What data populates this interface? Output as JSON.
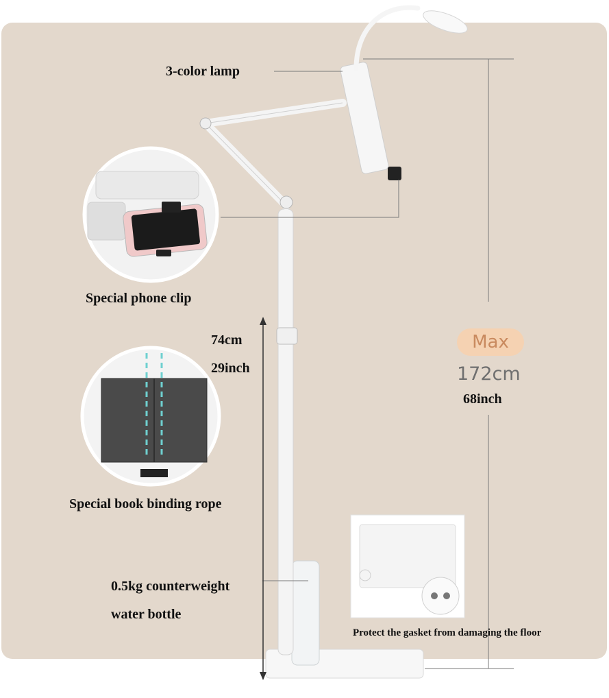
{
  "labels": {
    "lamp": "3-color lamp",
    "phone_clip": "Special phone clip",
    "height_cm": "74cm",
    "height_inch": "29inch",
    "book_rope": "Special book binding rope",
    "counterweight_line1": "0.5kg counterweight",
    "counterweight_line2": "water bottle",
    "gasket": "Protect the gasket from damaging the floor"
  },
  "max": {
    "label": "Max",
    "cm": "172cm",
    "inch": "68inch"
  },
  "colors": {
    "background_panel": "#e3d8cc",
    "max_pill": "#f5d2b2",
    "max_text": "#c98a5f"
  }
}
